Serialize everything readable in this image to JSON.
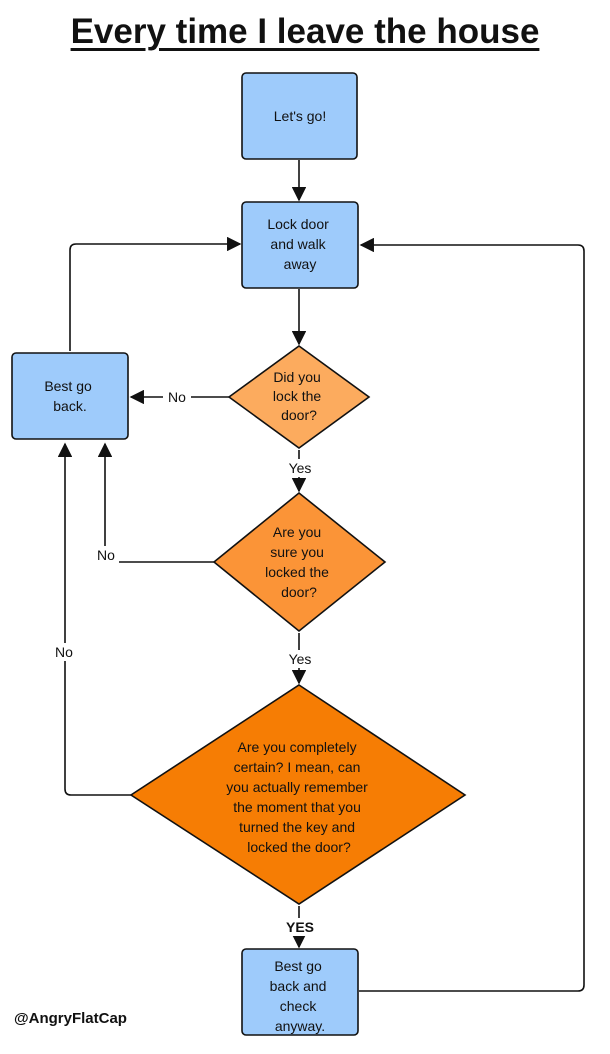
{
  "title": "Every time I leave the house",
  "credit": "@AngryFlatCap",
  "colors": {
    "box_fill": "#9ecbfb",
    "diamond1_fill": "#fcab5e",
    "diamond2_fill": "#fb9437",
    "diamond3_fill": "#f67d04",
    "stroke": "#111111"
  },
  "nodes": {
    "start": {
      "lines": [
        "Let's go!"
      ]
    },
    "lock": {
      "lines": [
        "Lock door",
        "and walk",
        "away"
      ]
    },
    "go_back": {
      "lines": [
        "Best go",
        "back."
      ]
    },
    "q1": {
      "lines": [
        "Did you",
        "lock the",
        "door?"
      ]
    },
    "q2": {
      "lines": [
        "Are you",
        "sure you",
        "locked the",
        "door?"
      ]
    },
    "q3": {
      "lines": [
        "Are you completely",
        "certain? I mean, can",
        "you actually remember",
        "the moment that you",
        "turned the key and",
        "locked the door?"
      ]
    },
    "check": {
      "lines": [
        "Best go",
        "back and",
        "check",
        "anyway."
      ]
    }
  },
  "edge_labels": {
    "q1_no": "No",
    "q1_yes": "Yes",
    "q2_no": "No",
    "q2_yes": "Yes",
    "q3_no": "No",
    "q3_yes": "YES"
  }
}
